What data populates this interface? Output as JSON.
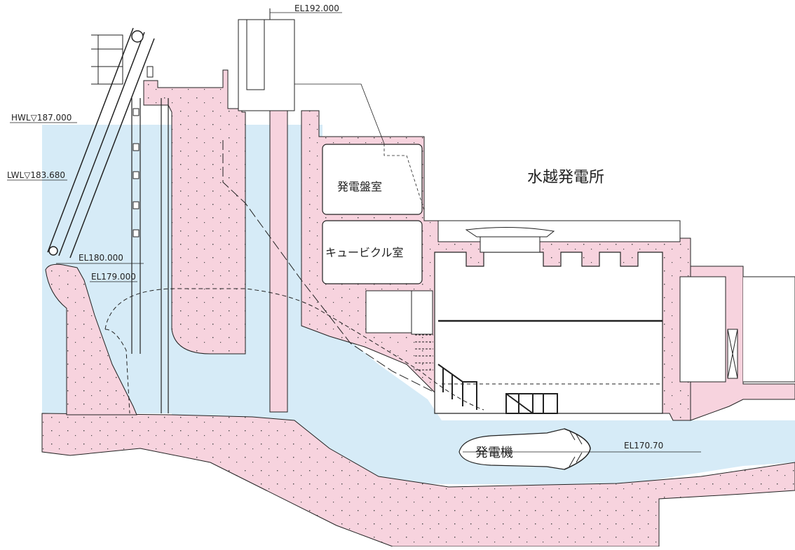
{
  "title": "水越発電所",
  "rooms": {
    "control_panel_room": "発電盤室",
    "cubicle_room": "キュービクル室",
    "generator": "発電機"
  },
  "elevations": {
    "top": "EL192.000",
    "hwl": "HWL▽187.000",
    "lwl": "LWL▽183.680",
    "el180": "EL180.000",
    "el179": "EL179.000",
    "el170": "EL170.70"
  },
  "colors": {
    "water": "#d6ebf7",
    "concrete": "#f7d3de",
    "line": "#222222"
  }
}
